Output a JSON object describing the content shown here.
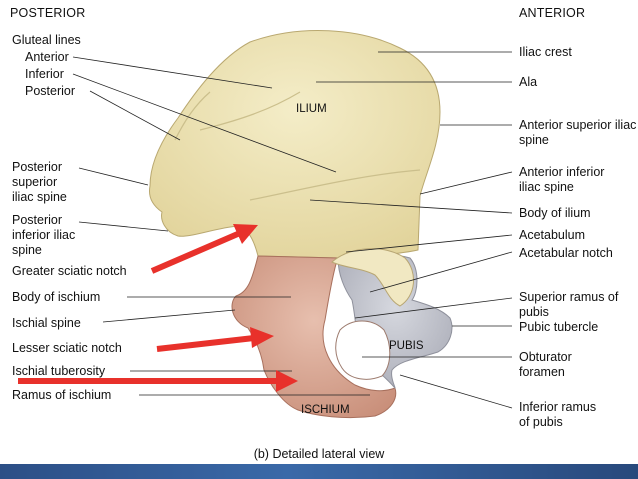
{
  "header": {
    "left": "POSTERIOR",
    "right": "ANTERIOR"
  },
  "labels_left": {
    "gluteal_lines": "Gluteal lines",
    "anterior": "Anterior",
    "inferior": "Inferior",
    "posterior": "Posterior",
    "posterior_superior_iliac_spine": "Posterior superior iliac spine",
    "posterior_inferior_iliac_spine": "Posterior inferior iliac spine",
    "greater_sciatic_notch": "Greater sciatic notch",
    "body_of_ischium": "Body of ischium",
    "ischial_spine": "Ischial spine",
    "lesser_sciatic_notch": "Lesser sciatic notch",
    "ischial_tuberosity": "Ischial tuberosity",
    "ramus_of_ischium": "Ramus of ischium"
  },
  "labels_right": {
    "iliac_crest": "Iliac crest",
    "ala": "Ala",
    "anterior_superior_iliac_spine": "Anterior superior iliac spine",
    "anterior_inferior_iliac_spine": "Anterior inferior iliac spine",
    "body_of_ilium": "Body of ilium",
    "acetabulum": "Acetabulum",
    "acetabular_notch": "Acetabular notch",
    "superior_ramus_of_pubis": "Superior ramus of pubis",
    "pubic_tubercle": "Pubic tubercle",
    "obturator_foramen": "Obturator foramen",
    "inferior_ramus_of_pubis": "Inferior ramus of pubis"
  },
  "regions": {
    "ilium": "ILIUM",
    "pubis": "PUBIS",
    "ischium": "ISCHIUM"
  },
  "caption": "(b) Detailed lateral view",
  "colors": {
    "ilium": "#efe6b6",
    "ischium": "#dcac97",
    "pubis": "#c4c6cf",
    "arrow": "#e8312b",
    "footer": "#2f5a94"
  }
}
